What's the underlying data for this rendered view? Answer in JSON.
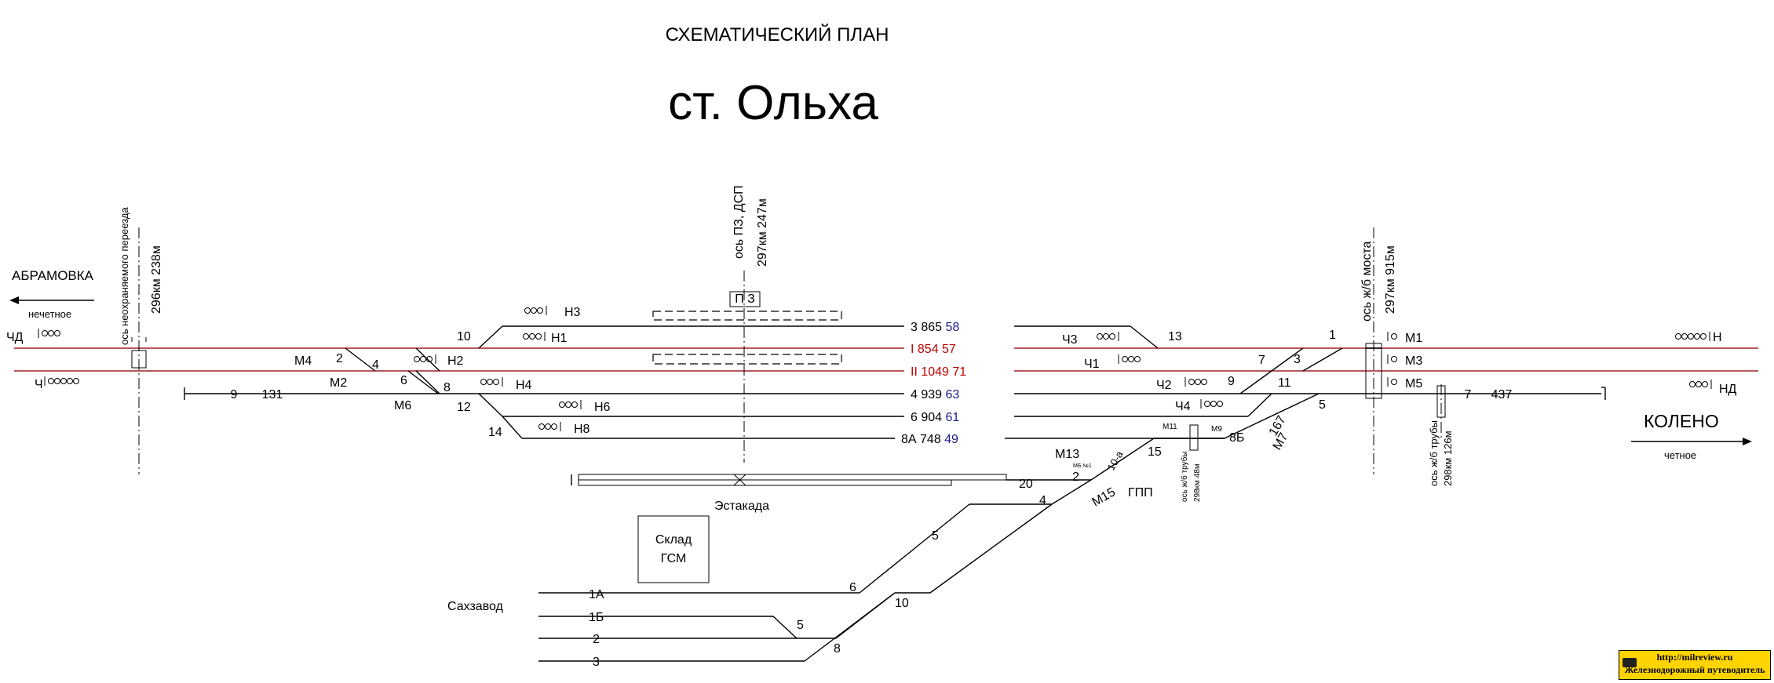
{
  "header": {
    "plan_title": "СХЕМАТИЧЕСКИЙ ПЛАН",
    "station_name": "ст. Ольха"
  },
  "directions": {
    "left_station": "АБРАМОВКА",
    "left_dir": "нечетное",
    "right_station": "КОЛЕНО",
    "right_dir": "четное"
  },
  "axes": {
    "crossing_label": "ось неохраняемого переезда",
    "crossing_km": "296км 238м",
    "pz_label": "ось ПЗ, ДСП",
    "pz_km": "297км 247м",
    "bridge_label": "ось ж/б моста",
    "bridge_km": "297км 915м",
    "pipe_label": "ось ж/б трубы",
    "pipe_km": "298км 126м"
  },
  "buildings": {
    "pz": "П З",
    "estakada": "Эстакада",
    "sklad_l1": "Склад",
    "sklad_l2": "ГСМ",
    "sahzavod": "Сахзавод",
    "gpp": "ГПП"
  },
  "tracks": [
    {
      "id": "3",
      "len": "865",
      "cap": "58",
      "color": "black"
    },
    {
      "id": "I",
      "len": "854",
      "cap": "57",
      "color": "red"
    },
    {
      "id": "II",
      "len": "1049",
      "cap": "71",
      "color": "red"
    },
    {
      "id": "4",
      "len": "939",
      "cap": "63",
      "color": "black"
    },
    {
      "id": "6",
      "len": "904",
      "cap": "61",
      "color": "black"
    },
    {
      "id": "8А",
      "len": "748",
      "cap": "49",
      "color": "black"
    }
  ],
  "dead_ends": {
    "left_id": "9",
    "left_len": "131",
    "right_id": "7",
    "right_len": "437"
  },
  "signals": {
    "CHD": "ЧД",
    "CH": "Ч",
    "ND": "НД",
    "N": "Н",
    "N1": "Н1",
    "N2": "Н2",
    "N3": "Н3",
    "N4": "Н4",
    "N6": "Н6",
    "N8": "Н8",
    "CH1": "Ч1",
    "CH2": "Ч2",
    "CH3": "Ч3",
    "CH4": "Ч4",
    "M1": "М1",
    "M2": "М2",
    "M3": "М3",
    "M4": "М4",
    "M5": "М5",
    "M6": "М6",
    "M7": "М7",
    "M9": "М9",
    "M11": "М11",
    "M13": "М13",
    "M15": "М15"
  },
  "switches": {
    "s1": "1",
    "s2": "2",
    "s3": "3",
    "s4": "4",
    "s5": "5",
    "s6": "6",
    "s7": "7",
    "s8": "8",
    "s9": "9",
    "s10": "10",
    "s11": "11",
    "s12": "12",
    "s13": "13",
    "s14": "14",
    "s15": "15",
    "s8b": "8Б",
    "s167": "167",
    "s10a": "10-а",
    "s20": "20",
    "y2": "2",
    "y4": "4",
    "y5": "5",
    "y6": "6",
    "y10": "10",
    "y5b": "5",
    "y8": "8"
  },
  "spur_tracks": {
    "t1a": "1А",
    "t1b": "1Б",
    "t2": "2",
    "t3": "3"
  },
  "small_notes": {
    "mb": "МБ №1",
    "pipe_small": "ось ж/б трубы",
    "pipe_small_km": "298км 48м"
  },
  "footer": {
    "url": "http://milreview.ru",
    "title": "Железнодорожный путеводитель"
  }
}
